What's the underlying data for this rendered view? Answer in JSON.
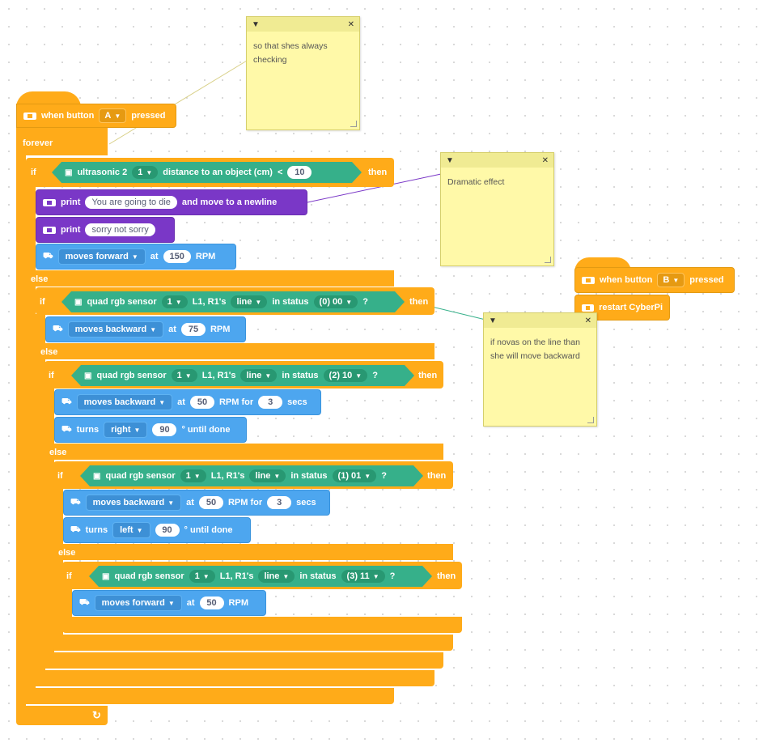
{
  "hat_a": {
    "prefix": "when button",
    "value": "A",
    "suffix": "pressed"
  },
  "hat_b": {
    "prefix": "when button",
    "value": "B",
    "suffix": "pressed"
  },
  "restart_label": "restart CyberPi",
  "forever_label": "forever",
  "kw": {
    "if": "if",
    "then": "then",
    "else": "else"
  },
  "ultrasonic": {
    "label": "ultrasonic 2",
    "port": "1",
    "metric": "distance to an object (cm)",
    "op": "<",
    "value": "10"
  },
  "print1": {
    "label": "print",
    "text": "You are going to die",
    "suffix": "and move to a newline"
  },
  "print2": {
    "label": "print",
    "text": "sorry not sorry"
  },
  "move_fwd_150": {
    "dir": "moves forward",
    "at": "at",
    "rpm": "150",
    "unit": "RPM"
  },
  "quad_common": {
    "label": "quad rgb sensor",
    "port": "1",
    "probe": "L1, R1's",
    "mode": "line",
    "in_status": "in status",
    "q": "?"
  },
  "quad1_status": "(0) 00",
  "quad2_status": "(2) 10",
  "quad3_status": "(1) 01",
  "quad4_status": "(3) 11",
  "move_back_75": {
    "dir": "moves backward",
    "at": "at",
    "rpm": "75",
    "unit": "RPM"
  },
  "move_back_50_3a": {
    "dir": "moves backward",
    "at": "at",
    "rpm": "50",
    "for": "RPM for",
    "secs": "3",
    "unit": "secs"
  },
  "turn_right": {
    "label": "turns",
    "dir": "right",
    "deg": "90",
    "suffix": "° until done"
  },
  "move_back_50_3b": {
    "dir": "moves backward",
    "at": "at",
    "rpm": "50",
    "for": "RPM for",
    "secs": "3",
    "unit": "secs"
  },
  "turn_left": {
    "label": "turns",
    "dir": "left",
    "deg": "90",
    "suffix": "° until done"
  },
  "move_fwd_50": {
    "dir": "moves forward",
    "at": "at",
    "rpm": "50",
    "unit": "RPM"
  },
  "notes": [
    {
      "line1": "so that shes always",
      "line2": "checking"
    },
    {
      "line1": "Dramatic effect",
      "line2": ""
    },
    {
      "line1": "if novas on the line than",
      "line2": "she will move backward"
    }
  ],
  "glyphs": {
    "caret": "▼",
    "close": "✕",
    "loop": "↻"
  },
  "colors": {
    "control": "#FFAB19",
    "print": "#7a37c7",
    "motion": "#4da6ef",
    "sensor": "#36b08a",
    "note": "#fff9a8"
  }
}
